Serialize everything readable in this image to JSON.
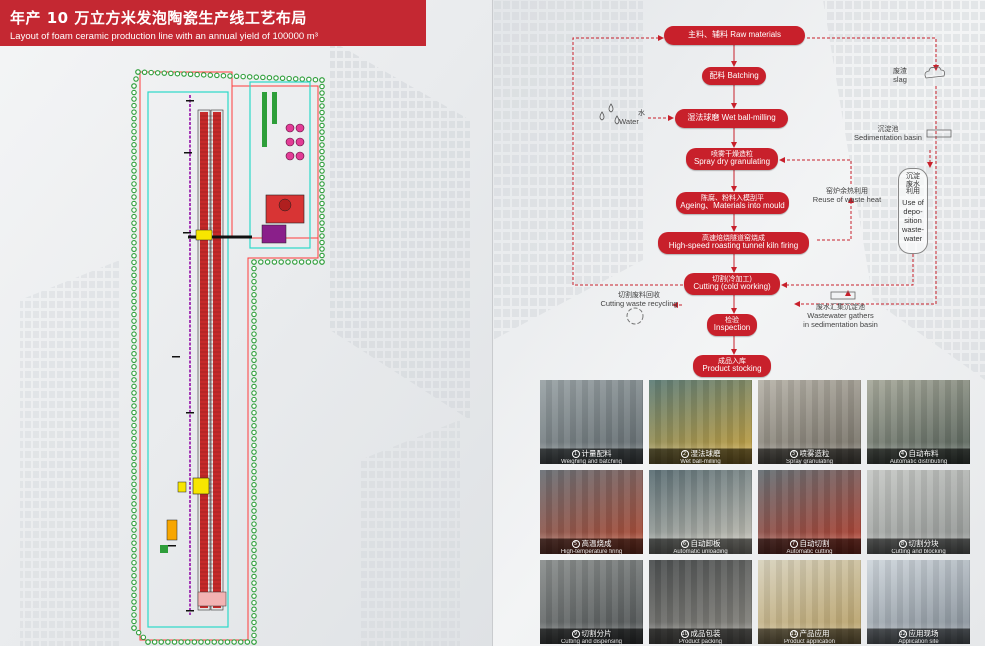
{
  "left": {
    "title_zh": "年产 10 万立方米发泡陶瓷生产线工艺布局",
    "title_en": "Layout of foam ceramic production line with an annual yield of 100000 m³"
  },
  "flow": {
    "steps": [
      {
        "zh": "主料、辅料",
        "en": "Raw materials"
      },
      {
        "zh": "配料",
        "en": "Batching"
      },
      {
        "zh": "湿法球磨",
        "en": "Wet ball-milling"
      },
      {
        "zh": "喷雾干燥造粒",
        "en": "Spray dry granulating"
      },
      {
        "zh": "陈腐、粉料入模刮平",
        "en": "Ageing、Materials into mould"
      },
      {
        "zh": "高速焙烧隧道窑烧成",
        "en": "High-speed roasting tunnel kiln firing"
      },
      {
        "zh": "切割(冷加工)",
        "en": "Cutting (cold working)"
      },
      {
        "zh": "检验",
        "en": "Inspection"
      },
      {
        "zh": "成品入库",
        "en": "Product stocking"
      }
    ],
    "water": {
      "zh": "水",
      "en": "Water"
    },
    "slag": {
      "zh": "废渣",
      "en": "slag"
    },
    "sedimentation": {
      "zh": "沉淀池",
      "en": "Sedimentation basin"
    },
    "reuse_heat": {
      "zh": "窑炉余热利用",
      "en": "Reuse of waste heat"
    },
    "waste_water_zh": "沉淀废水利用",
    "waste_water_en": [
      "Use of",
      "depo-",
      "sition",
      "waste-",
      "water"
    ],
    "cutting_waste": {
      "zh": "切割废料回收",
      "en": "Cutting waste recycling"
    },
    "wastewater_gathers": {
      "zh": "废水汇集沉淀池",
      "en1": "Wastewater gathers",
      "en2": "in sedimentation basin"
    }
  },
  "photos": [
    {
      "num": "1",
      "zh": "计量配料",
      "en": "Weighing and batching",
      "c1": "#9aa3a6",
      "c2": "#5b6468"
    },
    {
      "num": "2",
      "zh": "湿法球磨",
      "en": "Wet ball-milling",
      "c1": "#5e7d78",
      "c2": "#c9a13a"
    },
    {
      "num": "3",
      "zh": "喷雾造粒",
      "en": "Spray granulating",
      "c1": "#b7b3a9",
      "c2": "#6f6a60"
    },
    {
      "num": "4",
      "zh": "自动布料",
      "en": "Automatic distributing",
      "c1": "#a8aa9c",
      "c2": "#4e5a52"
    },
    {
      "num": "5",
      "zh": "高温烧成",
      "en": "High-temperature firing",
      "c1": "#6a7076",
      "c2": "#b0452c"
    },
    {
      "num": "6",
      "zh": "自动卸板",
      "en": "Automatic unloading",
      "c1": "#5b6e74",
      "c2": "#c8c4b8"
    },
    {
      "num": "7",
      "zh": "自动切割",
      "en": "Automatic cutting",
      "c1": "#667075",
      "c2": "#b43a28"
    },
    {
      "num": "8",
      "zh": "切割分块",
      "en": "Cutting and blocking",
      "c1": "#c7c9c6",
      "c2": "#8d918f"
    },
    {
      "num": "9",
      "zh": "切割分片",
      "en": "Cutting and dispensing",
      "c1": "#8b8f8e",
      "c2": "#4a4e4f"
    },
    {
      "num": "10",
      "zh": "成品包装",
      "en": "Product packing",
      "c1": "#4c4f50",
      "c2": "#8c8a83"
    },
    {
      "num": "11",
      "zh": "产品应用",
      "en": "Product application",
      "c1": "#d8d2bd",
      "c2": "#b39a5e"
    },
    {
      "num": "12",
      "zh": "应用现场",
      "en": "Application site",
      "c1": "#cfd6dc",
      "c2": "#7d8790"
    }
  ],
  "colors": {
    "accent": "#c42832",
    "pill": "#c8202b",
    "kiln": "#c62a2a",
    "rail": "#9c27b0",
    "tree": "#2e9e3a"
  }
}
